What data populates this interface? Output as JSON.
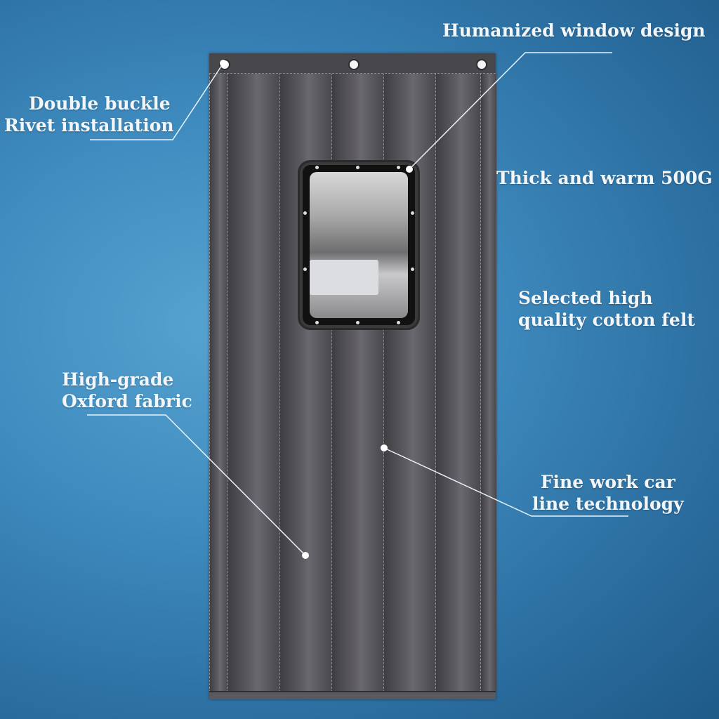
{
  "features": [
    {
      "id": "rivet",
      "lines": [
        "Double buckle",
        "Rivet installation"
      ]
    },
    {
      "id": "window",
      "lines": [
        "Humanized window design"
      ]
    },
    {
      "id": "thick",
      "lines": [
        "Thick and warm 500G"
      ]
    },
    {
      "id": "cotton",
      "lines": [
        "Selected high",
        "quality cotton felt"
      ]
    },
    {
      "id": "oxford",
      "lines": [
        "High-grade",
        "Oxford fabric"
      ]
    },
    {
      "id": "stitch",
      "lines": [
        "Fine work car",
        "line technology"
      ]
    }
  ],
  "colors": {
    "background": "#3f8cc0",
    "curtain": "#4e4d52",
    "text": "#f2f6f8",
    "callout_line": "#e8f4fa"
  }
}
